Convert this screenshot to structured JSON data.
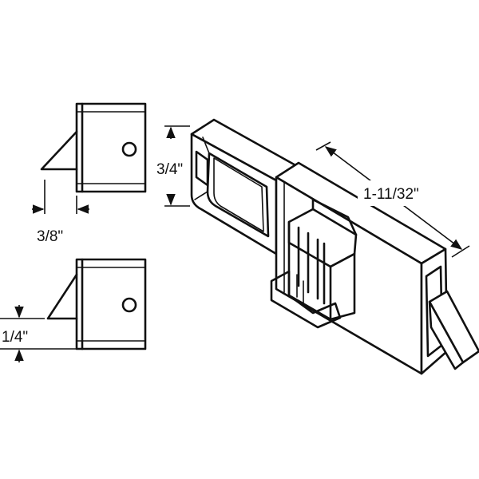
{
  "dimensions": {
    "height": "3/4\"",
    "length": "1-11/32\"",
    "width_top": "3/8\"",
    "width_bottom": "1/4\""
  }
}
